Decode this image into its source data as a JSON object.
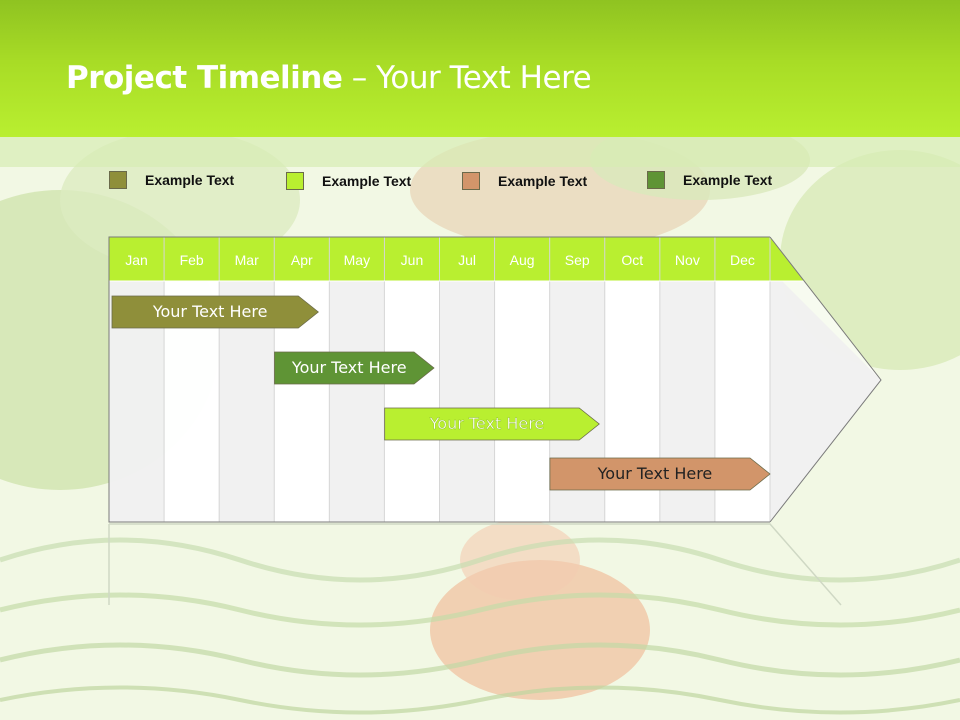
{
  "header": {
    "title_bold": "Project Timeline",
    "title_rest": " – Your Text Here"
  },
  "legend": [
    {
      "label": "Example Text",
      "color": "#8f8f3a"
    },
    {
      "label": "Example Text",
      "color": "#b9ef30"
    },
    {
      "label": "Example Text",
      "color": "#d2956a"
    },
    {
      "label": "Example Text",
      "color": "#5f9435"
    }
  ],
  "timeline": {
    "months": [
      "Jan",
      "Feb",
      "Mar",
      "Apr",
      "May",
      "Jun",
      "Jul",
      "Aug",
      "Sep",
      "Oct",
      "Nov",
      "Dec"
    ],
    "header_color": "#b9ef30",
    "tasks": [
      {
        "label": "Your  Text Here",
        "start": 0,
        "end": 3.8,
        "color": "#8f8f3a"
      },
      {
        "label": "Your  Text Here",
        "start": 2.95,
        "end": 5.9,
        "color": "#5f9435"
      },
      {
        "label": "Your  Text Here",
        "start": 4.95,
        "end": 8.9,
        "color": "#b9ef30"
      },
      {
        "label": "Your  Text Here",
        "start": 7.95,
        "end": 12,
        "color": "#d2956a"
      }
    ]
  },
  "colors": {
    "header_top": "#8fc321",
    "header_bottom": "#b9ef30",
    "water": "#f2f8e4"
  }
}
